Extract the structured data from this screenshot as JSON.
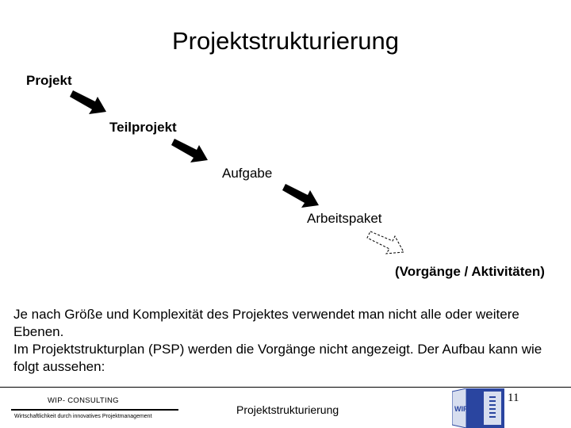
{
  "slide": {
    "title": "Projektstrukturierung",
    "levels": [
      "Projekt",
      "Teilprojekt",
      "Aufgabe",
      "Arbeitspaket",
      "(Vorgänge / Aktivitäten)"
    ],
    "body_lines": [
      "Je nach Größe und Komplexität des Projektes verwendet man nicht alle oder weitere Ebenen.",
      "Im Projektstrukturplan (PSP) werden die Vorgänge nicht angezeigt. Der Aufbau kann wie folgt aussehen:"
    ]
  },
  "footer": {
    "company": "WIP- CONSULTING",
    "tagline": "Wirtschaftlichkeit durch innovatives Projektmanagement",
    "center_label": "Projektstrukturierung",
    "page_number": "11",
    "logo_text": "WIP"
  },
  "colors": {
    "logo_blue": "#2a45a0",
    "logo_light": "#d7deef"
  },
  "icons": [
    "arrow-icon",
    "dashed-arrow-icon",
    "logo-icon"
  ]
}
